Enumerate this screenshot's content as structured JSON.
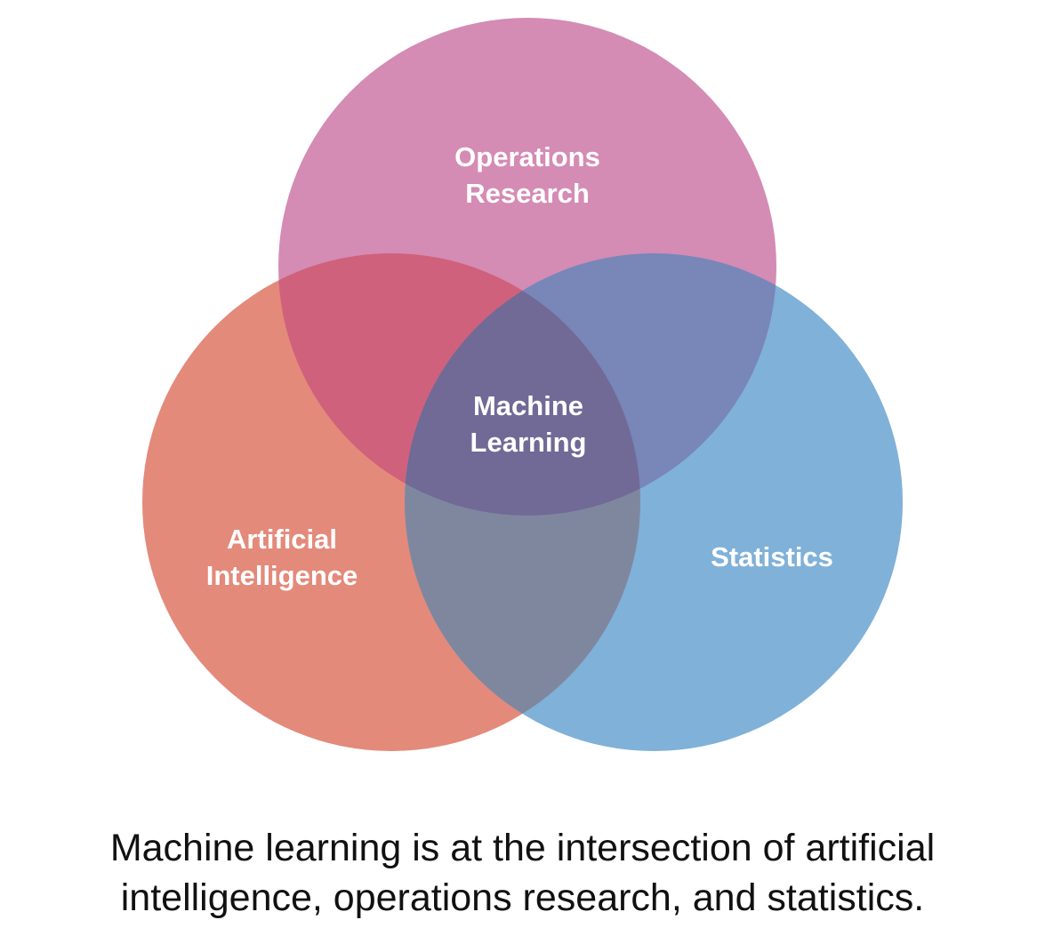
{
  "diagram": {
    "circles": [
      {
        "id": "operations-research",
        "label_lines": [
          "Operations",
          "Research"
        ],
        "color": "#d48bb4"
      },
      {
        "id": "artificial-intelligence",
        "label_lines": [
          "Artificial",
          "Intelligence"
        ],
        "color": "#e38a7b"
      },
      {
        "id": "statistics",
        "label_lines": [
          "Statistics"
        ],
        "color": "#80b1d8"
      }
    ],
    "intersections": {
      "or_ai": "#cf617c",
      "or_stats": "#7886b8",
      "ai_stats": "#7f879f",
      "center": "#716996"
    },
    "center_label_lines": [
      "Machine",
      "Learning"
    ]
  },
  "caption": {
    "line1": "Machine learning is at the intersection of artificial",
    "line2": "intelligence, operations research, and statistics."
  }
}
